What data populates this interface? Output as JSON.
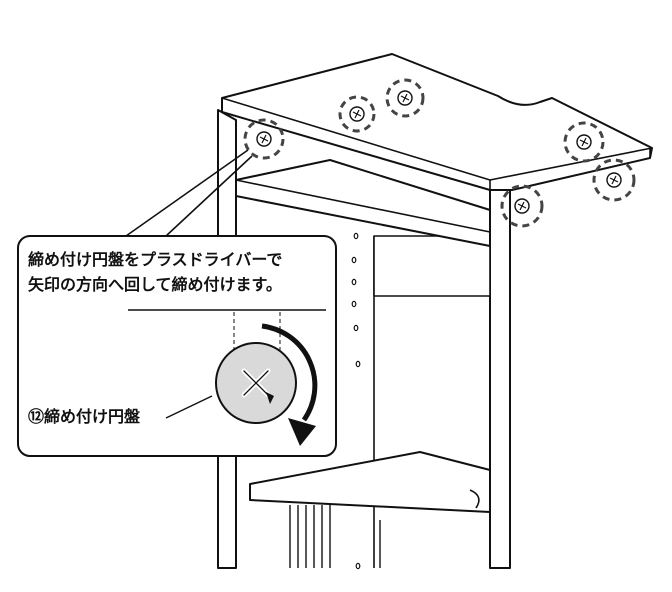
{
  "callout": {
    "line1": "締め付け円盤をプラスドライバーで",
    "line2": "矢印の方向へ回して締め付けます。"
  },
  "part": {
    "label": "⑫締め付け円盤"
  },
  "icons": {
    "screw": "cross-screw-icon",
    "rotation": "clockwise-arrow-icon"
  },
  "colors": {
    "line": "#111111",
    "panel": "#ffffff",
    "disc_fill": "#d9d9d9",
    "callout_bg": "#ffffff"
  }
}
